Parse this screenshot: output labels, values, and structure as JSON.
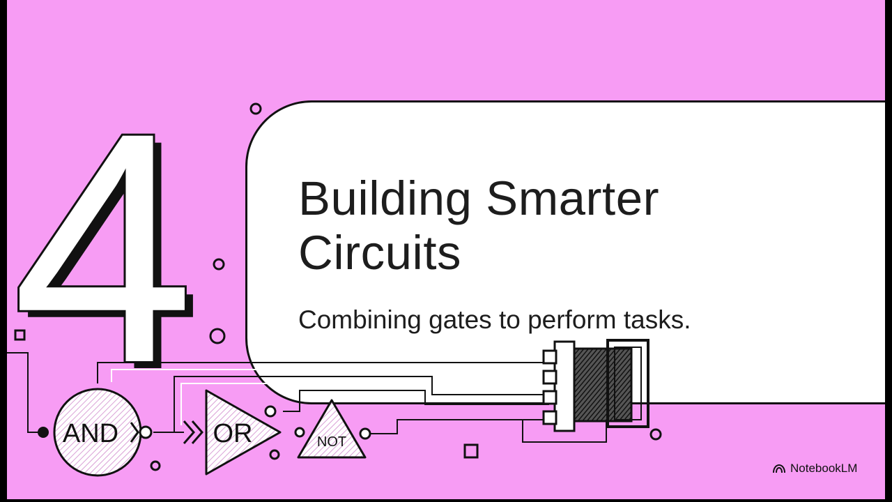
{
  "slide": {
    "section_number": "4",
    "title": "Building Smarter Circuits",
    "subtitle": "Combining gates to perform tasks.",
    "background_color": "#f79cf4",
    "card_color": "#ffffff"
  },
  "gates": {
    "and_label": "AND",
    "or_label": "OR",
    "not_label": "NOT"
  },
  "branding": {
    "name": "NotebookLM",
    "icon": "notebooklm-logo-icon"
  }
}
